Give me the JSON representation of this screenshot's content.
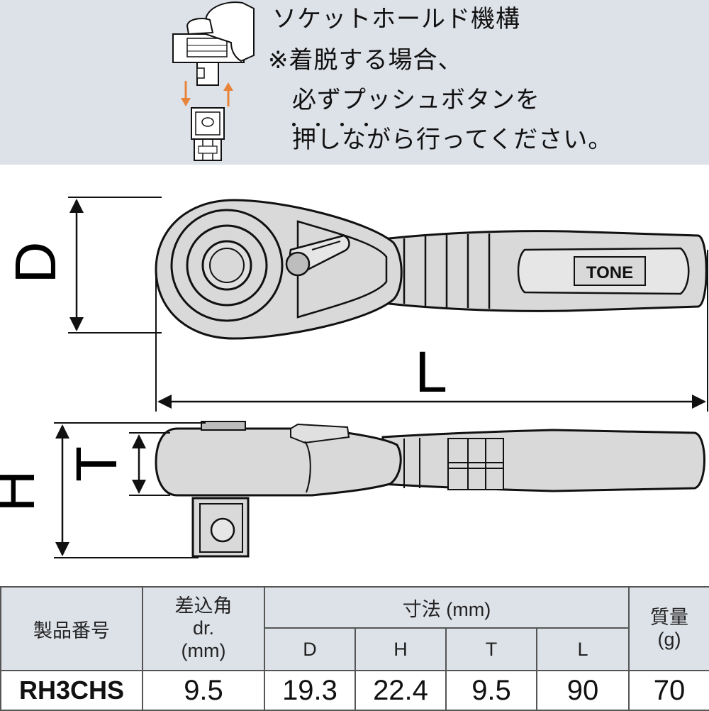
{
  "header": {
    "title": "ソケットホールド機構",
    "note": "※着脱する場合、",
    "line1": "必ずプッシュボタンを",
    "line2": "押しながら行ってください。"
  },
  "drawing": {
    "dim_D": "D",
    "dim_L": "L",
    "dim_H": "H",
    "dim_T": "T",
    "brand": "TONE"
  },
  "colors": {
    "header_bg": "#dde1e8",
    "arrow": "#e8833a",
    "tool_fill": "#d9d9d9",
    "outline": "#111111"
  },
  "table": {
    "h_model": "製品番号",
    "h_drive_1": "差込角",
    "h_drive_2": "dr.",
    "h_drive_3": "(mm)",
    "h_dims": "寸法 (mm)",
    "h_D": "D",
    "h_H": "H",
    "h_T": "T",
    "h_L": "L",
    "h_weight_1": "質量",
    "h_weight_2": "(g)",
    "row": {
      "model": "RH3CHS",
      "drive": "9.5",
      "D": "19.3",
      "H": "22.4",
      "T": "9.5",
      "L": "90",
      "weight": "70"
    }
  }
}
